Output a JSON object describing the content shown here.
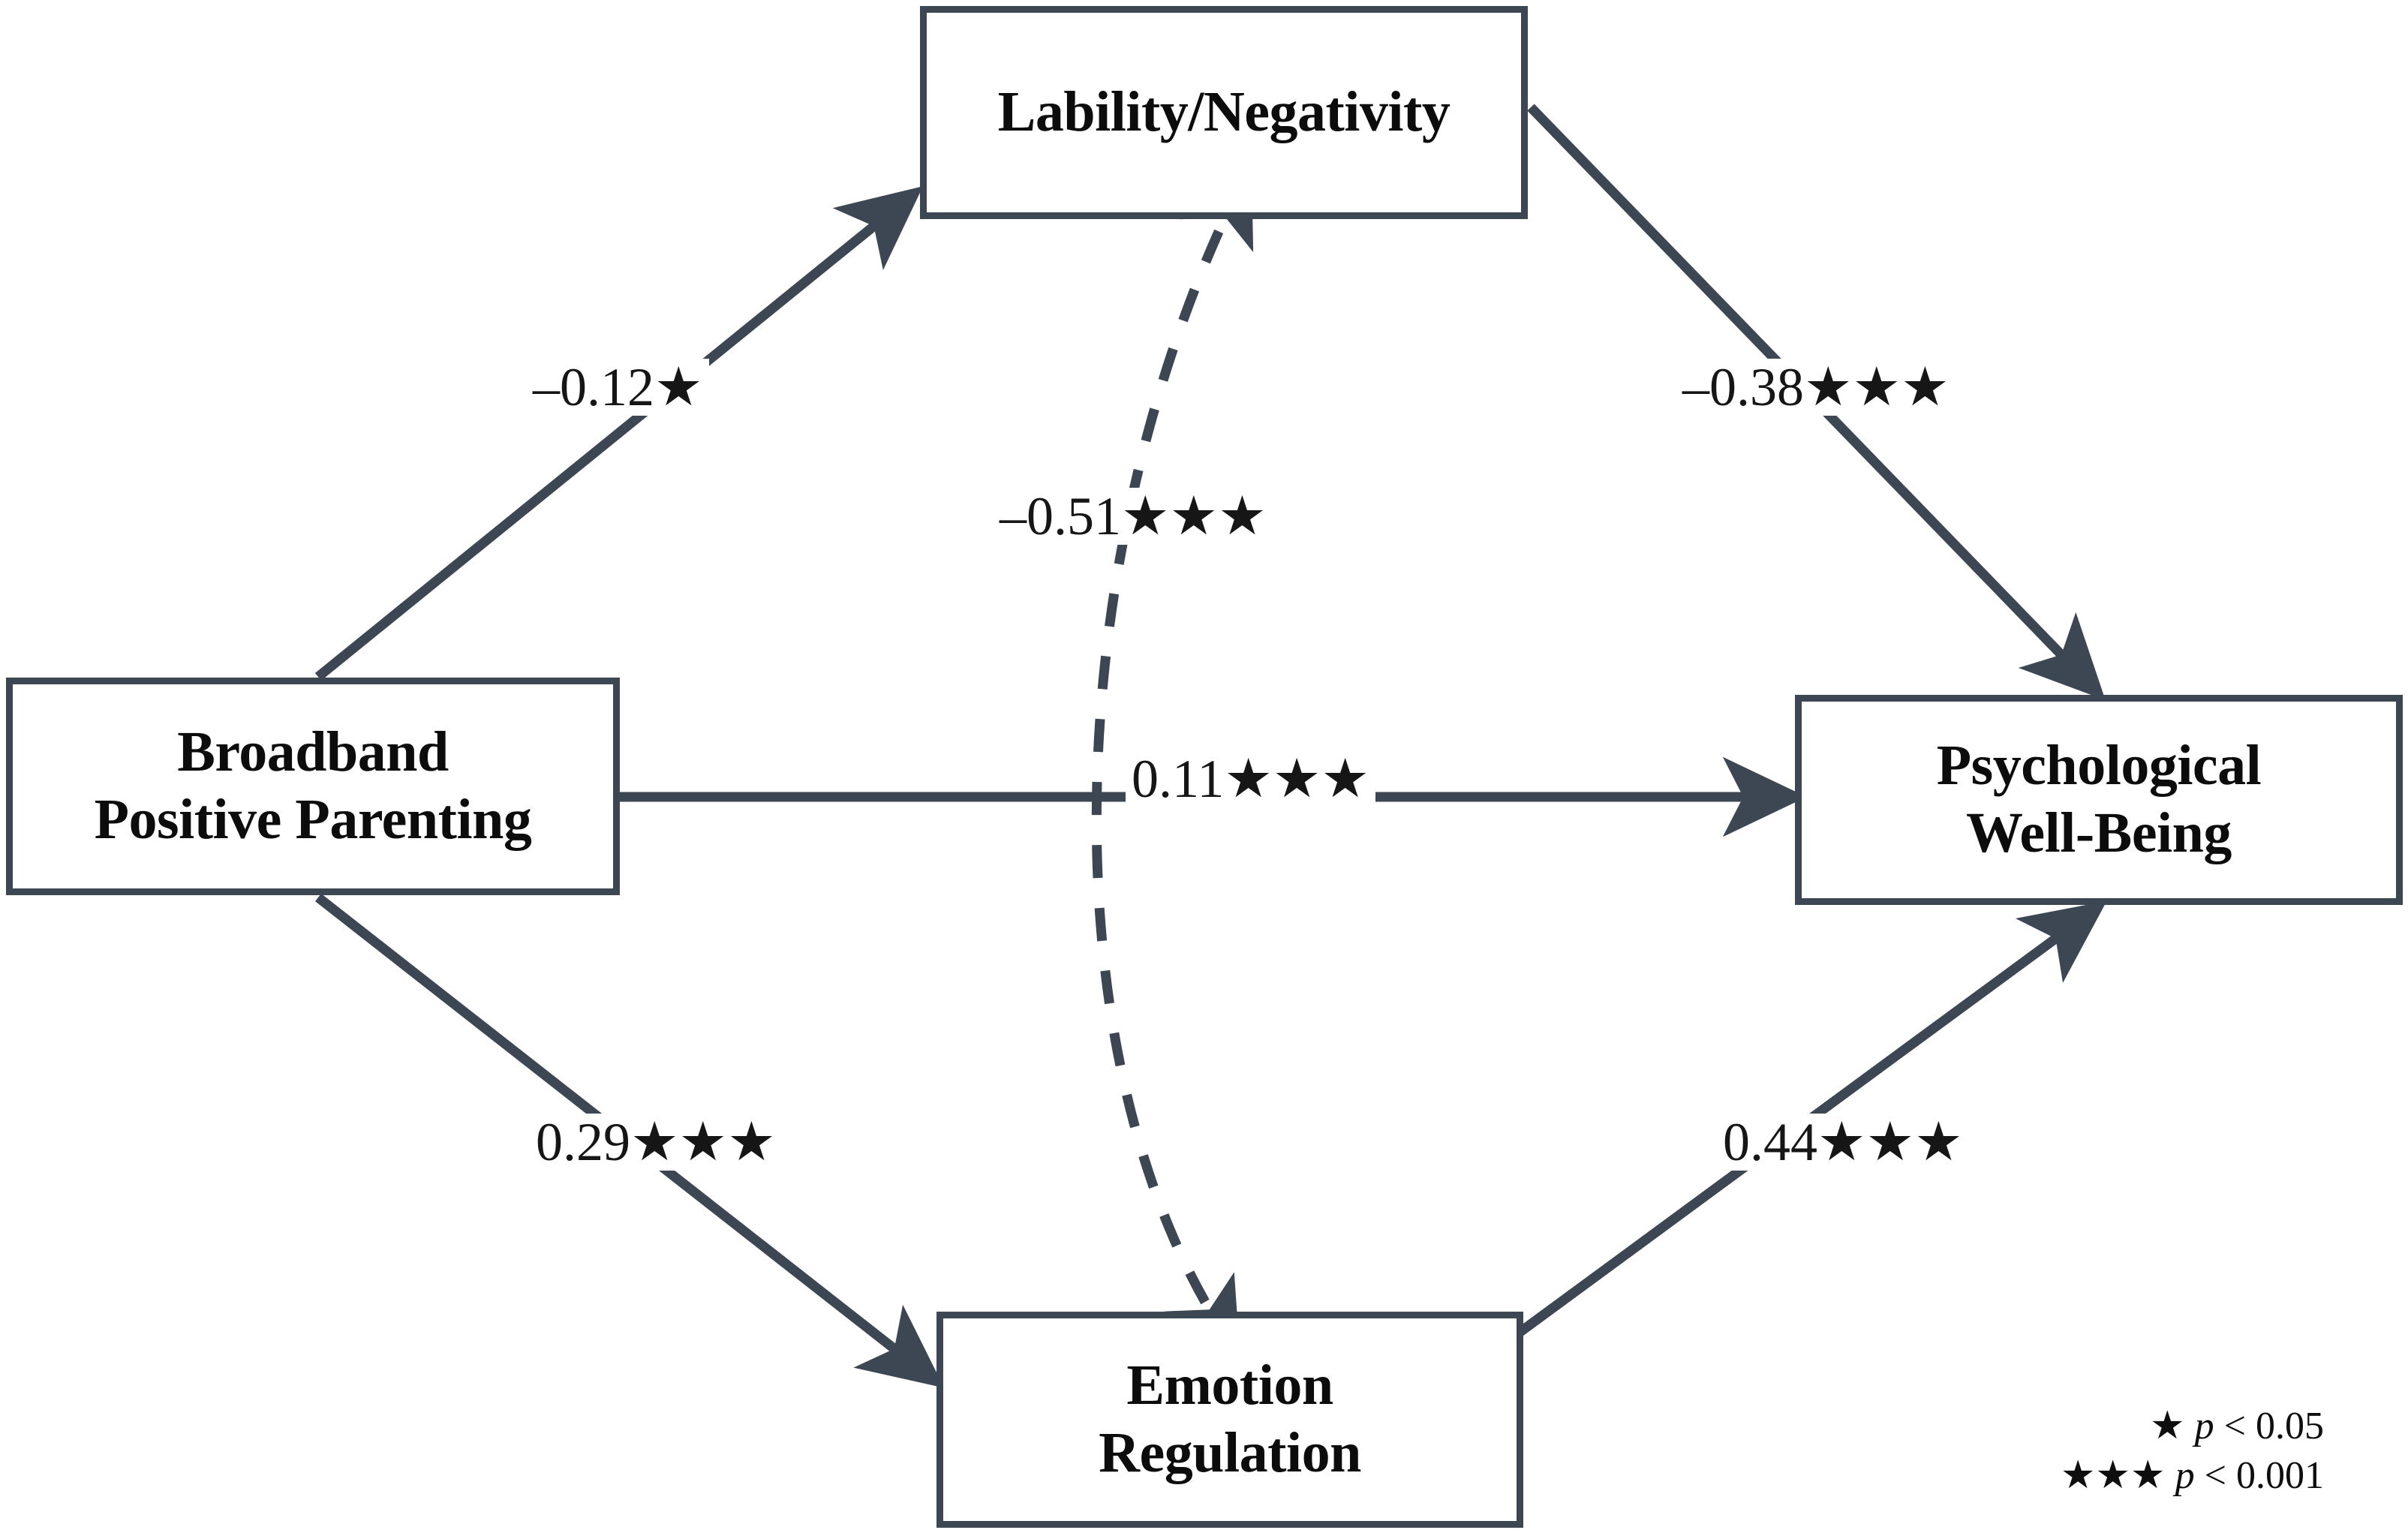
{
  "diagram": {
    "type": "path-diagram",
    "background_color": "#ffffff",
    "line_color": "#3d4653",
    "text_color": "#0c0c0c",
    "nodes": [
      {
        "id": "lability",
        "label": "Lability/Negativity"
      },
      {
        "id": "parenting",
        "label": "Broadband\nPositive Parenting"
      },
      {
        "id": "wellbeing",
        "label": "Psychological\nWell-Being"
      },
      {
        "id": "emotion",
        "label": "Emotion\nRegulation"
      }
    ],
    "edges": [
      {
        "id": "parenting-to-lability",
        "from": "parenting",
        "to": "lability",
        "label": "–0.12★",
        "coefficient": -0.12,
        "stars": 1,
        "style": "solid",
        "direction": "single"
      },
      {
        "id": "lability-to-wellbeing",
        "from": "lability",
        "to": "wellbeing",
        "label": "–0.38★★★",
        "coefficient": -0.38,
        "stars": 3,
        "style": "solid",
        "direction": "single"
      },
      {
        "id": "emotion-lability-corr",
        "from": "emotion",
        "to": "lability",
        "label": "–0.51★★★",
        "coefficient": -0.51,
        "stars": 3,
        "style": "dashed",
        "direction": "double"
      },
      {
        "id": "parenting-to-wellbeing",
        "from": "parenting",
        "to": "wellbeing",
        "label": "0.11★★★",
        "coefficient": 0.11,
        "stars": 3,
        "style": "solid",
        "direction": "single"
      },
      {
        "id": "parenting-to-emotion",
        "from": "parenting",
        "to": "emotion",
        "label": "0.29★★★",
        "coefficient": 0.29,
        "stars": 3,
        "style": "solid",
        "direction": "single"
      },
      {
        "id": "emotion-to-wellbeing",
        "from": "emotion",
        "to": "wellbeing",
        "label": "0.44★★★",
        "coefficient": 0.44,
        "stars": 3,
        "style": "solid",
        "direction": "single"
      }
    ],
    "legend": {
      "rows": [
        {
          "symbol": "★",
          "text_prefix": "p",
          "text_suffix": " < 0.05"
        },
        {
          "symbol": "★★★",
          "text_prefix": "p",
          "text_suffix": " < 0.001"
        }
      ]
    }
  }
}
